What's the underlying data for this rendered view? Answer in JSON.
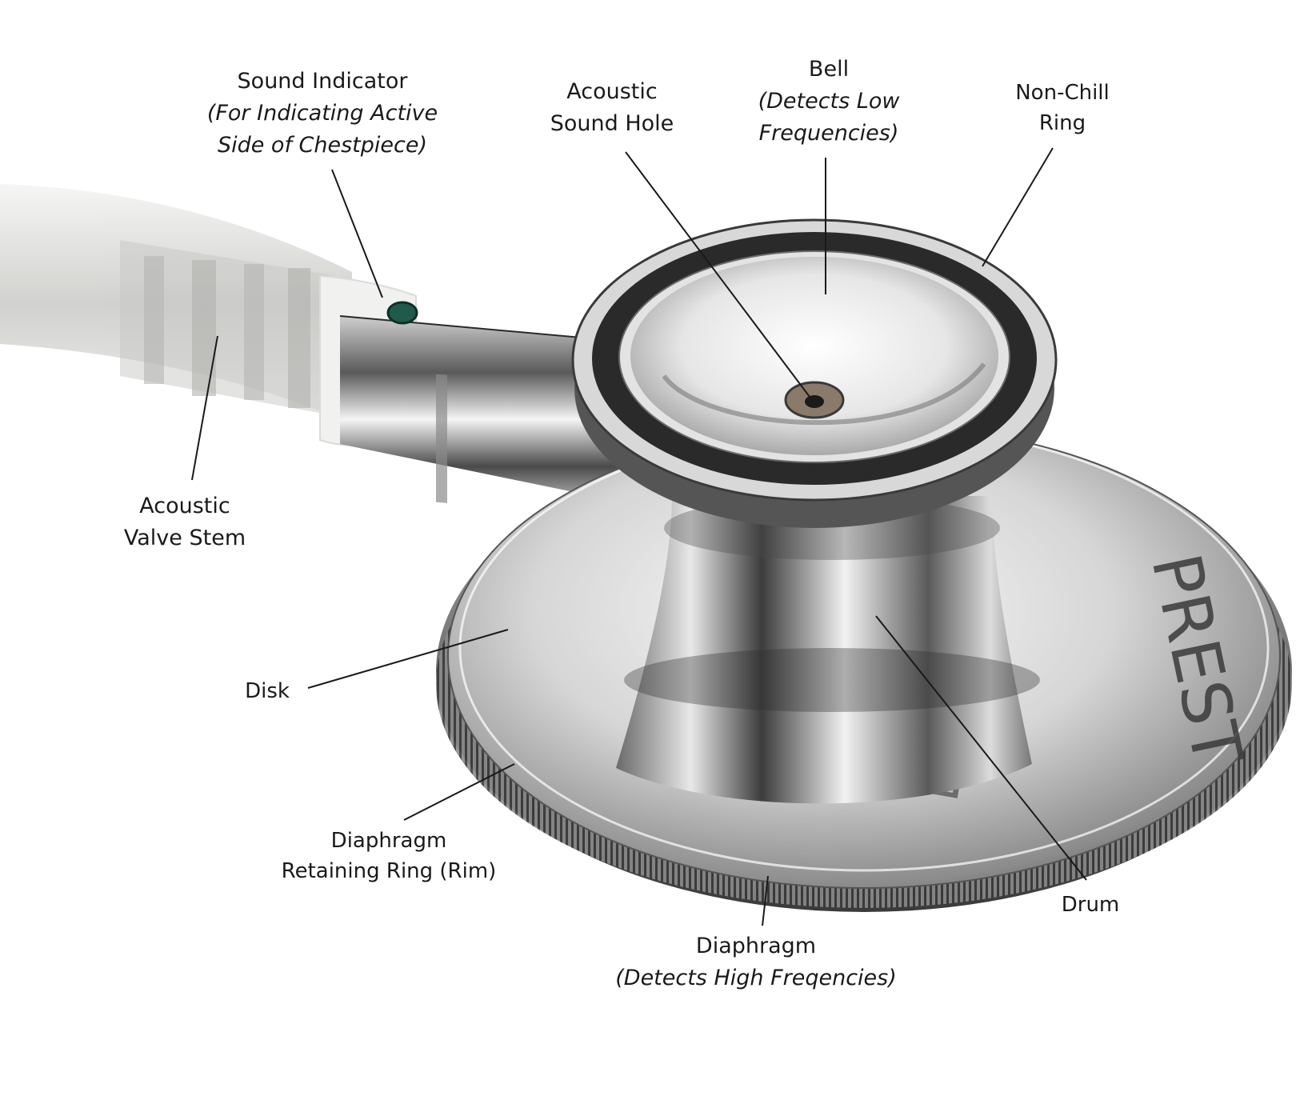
{
  "labels": {
    "sound_indicator": {
      "title": "Sound Indicator",
      "sub1": "(For Indicating Active",
      "sub2": "Side of Chestpiece)"
    },
    "acoustic_sound_hole": {
      "line1": "Acoustic",
      "line2": "Sound Hole"
    },
    "bell": {
      "title": "Bell",
      "sub1": "(Detects Low",
      "sub2": "Frequencies)"
    },
    "non_chill_ring": {
      "line1": "Non-Chill",
      "line2": "Ring"
    },
    "acoustic_valve_stem": {
      "line1": "Acoustic",
      "line2": "Valve Stem"
    },
    "disk": {
      "title": "Disk"
    },
    "retaining_ring": {
      "line1": "Diaphragm",
      "line2": "Retaining Ring (Rim)"
    },
    "diaphragm": {
      "title": "Diaphragm",
      "sub": "(Detects High Freqencies)"
    },
    "drum": {
      "title": "Drum"
    }
  },
  "engraving": {
    "text": "PREST",
    "partial": "E"
  },
  "colors": {
    "text": "#1a1a1a",
    "leader": "#1a1a1a",
    "chrome_light": "#f2f2f2",
    "chrome_mid": "#b8b8b8",
    "chrome_dark": "#3a3a3a",
    "rubber": "#2a2a2a",
    "tube": "#d8d8d6",
    "indicator": "#1f5a4a"
  }
}
